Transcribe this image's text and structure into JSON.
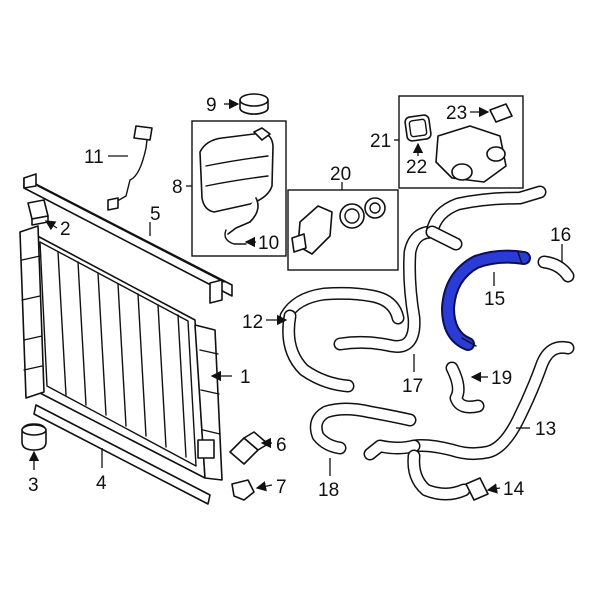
{
  "highlight_color": "#2a3bd6",
  "callouts": {
    "c1": "1",
    "c2": "2",
    "c3": "3",
    "c4": "4",
    "c5": "5",
    "c6": "6",
    "c7": "7",
    "c8": "8",
    "c9": "9",
    "c10": "10",
    "c11": "11",
    "c12": "12",
    "c13": "13",
    "c14": "14",
    "c15": "15",
    "c16": "16",
    "c17": "17",
    "c18": "18",
    "c19": "19",
    "c20": "20",
    "c21": "21",
    "c22": "22",
    "c23": "23"
  }
}
